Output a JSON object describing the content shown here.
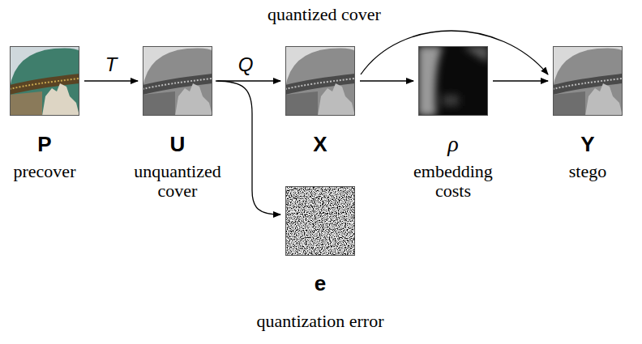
{
  "diagram": {
    "nodes": [
      {
        "text": [
          "P",
          "precover"
        ]
      },
      {
        "text": [
          "U",
          "unquantized cover"
        ]
      },
      {
        "text": [
          "X"
        ]
      },
      {
        "text": [
          "ρ",
          "embedding costs"
        ]
      },
      {
        "text": [
          "Y",
          "stego"
        ]
      },
      {
        "text": [
          "e",
          "quantization error"
        ]
      }
    ],
    "edges": [
      {
        "from": 0,
        "to": 1,
        "label": "T",
        "arrow": "to"
      },
      {
        "from": 1,
        "to": 2,
        "label": "Q",
        "arrow": "to"
      },
      {
        "from": 2,
        "to": 3,
        "arrow": "to"
      },
      {
        "from": 3,
        "to": 4,
        "arrow": "to"
      },
      {
        "from": 2,
        "to": 4,
        "label": "quantized cover",
        "arrow": "to"
      },
      {
        "from": 1,
        "to": 5,
        "arrow": "to"
      }
    ]
  }
}
